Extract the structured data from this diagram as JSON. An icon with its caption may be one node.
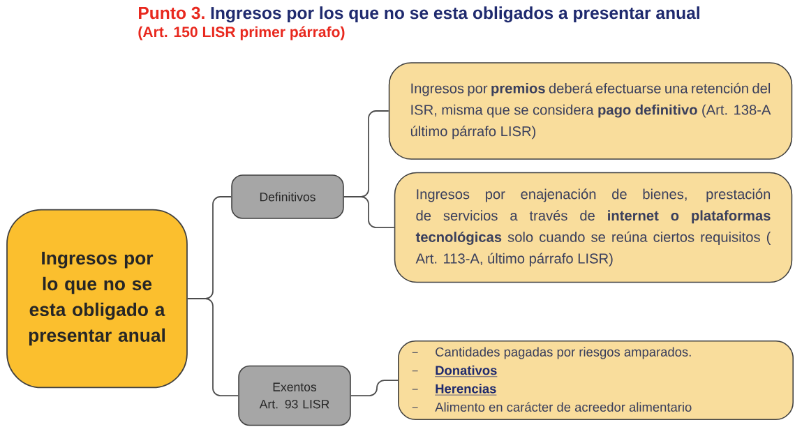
{
  "diagram": {
    "title": "Ingresos por los que no se esta obligados a presentar anual",
    "nodes": [
      {
        "text": [
          "Ingresos por lo que no se esta obligado a presentar anual"
        ]
      },
      {
        "text": [
          "Definitivos"
        ]
      },
      {
        "text": [
          "Exentos",
          "Art. 93 LISR"
        ]
      },
      {
        "text": [
          "Ingresos por **premios** deberá efectuarse una retención del ISR, misma que se considera **pago definitivo** (Art. 138-A último párrafo LISR)"
        ]
      },
      {
        "text": [
          "Ingresos por enajenación de bienes, prestación de servicios a través de **internet o plataformas tecnológicas** solo cuando se reúna ciertos requisitos ( Art. 113-A, último párrafo LISR)"
        ]
      },
      {
        "text": [
          "Cantidades pagadas por riesgos amparados.",
          "Donativos",
          "Herencias",
          "Alimento en carácter de acreedor alimentario"
        ]
      }
    ],
    "edges": [
      {
        "from": 0,
        "to": 1,
        "arrow": "none"
      },
      {
        "from": 0,
        "to": 2,
        "arrow": "none"
      },
      {
        "from": 1,
        "to": 3,
        "arrow": "none"
      },
      {
        "from": 1,
        "to": 4,
        "arrow": "none"
      },
      {
        "from": 2,
        "to": 5,
        "arrow": "none"
      }
    ],
    "labels": [
      "Punto 3.",
      "(Art. 150 LISR primer párrafo)"
    ]
  }
}
